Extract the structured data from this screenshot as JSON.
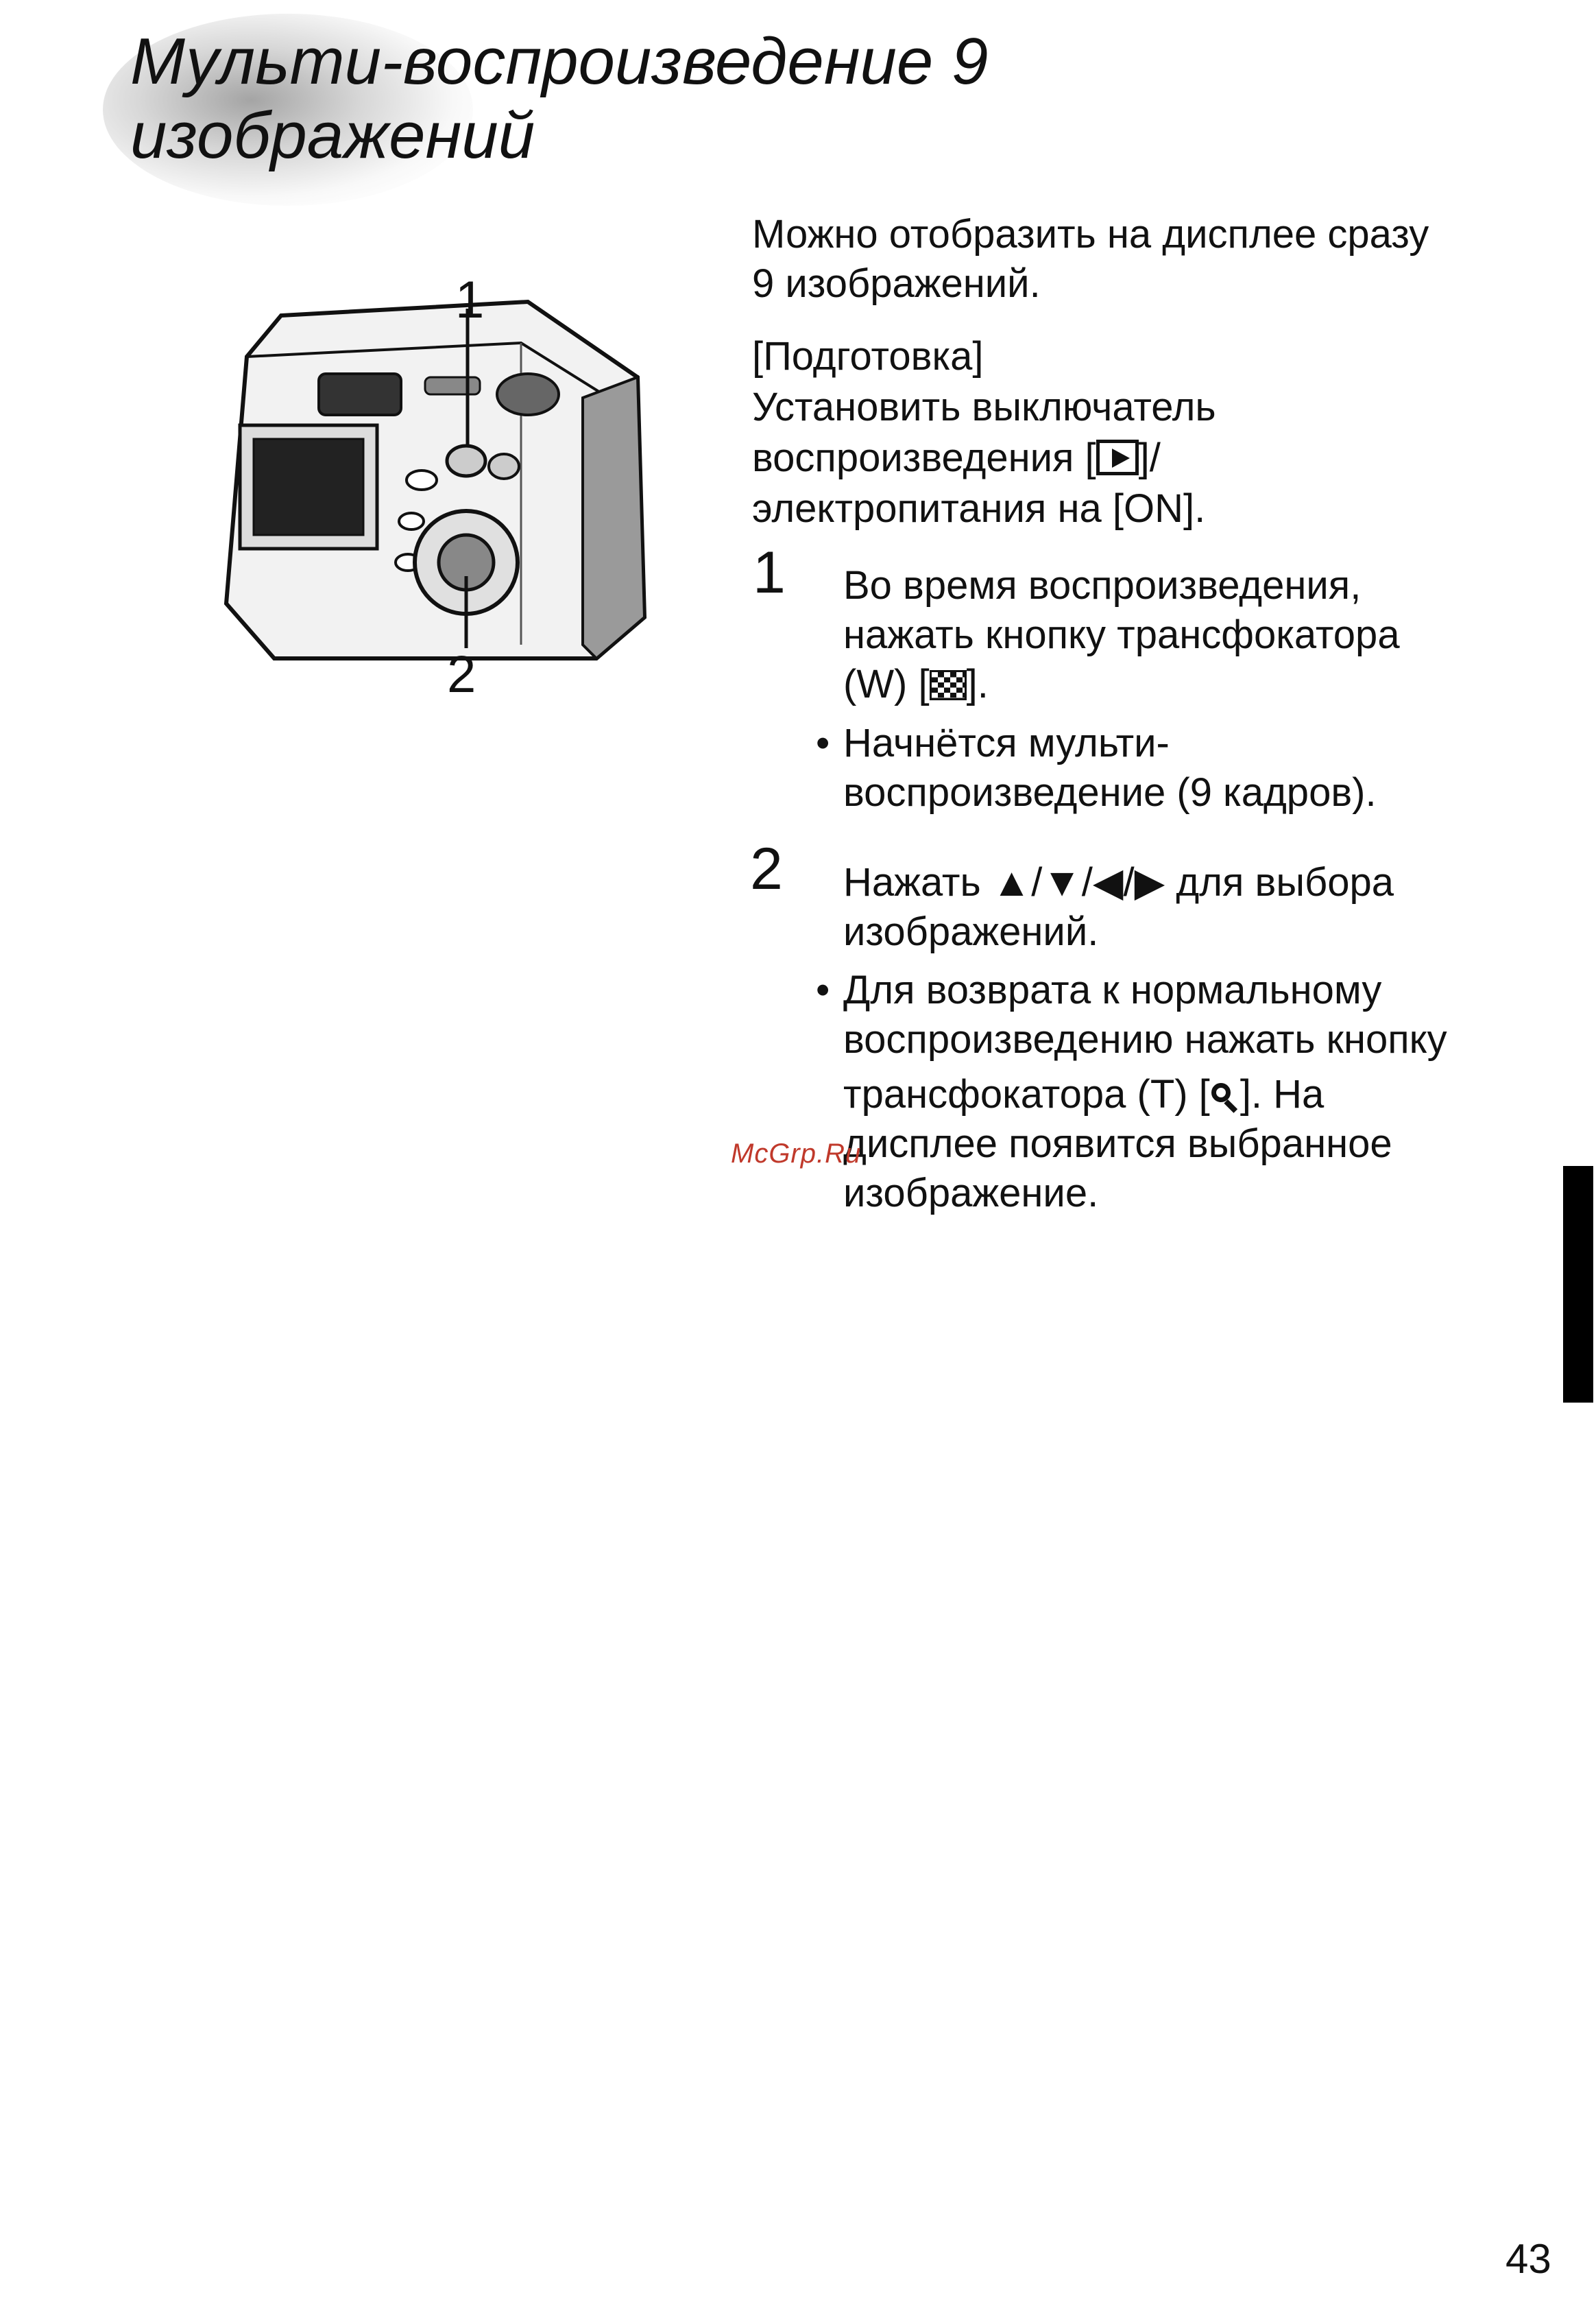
{
  "title": {
    "line1": "Мульти-воспроизведение 9",
    "line2": "изображений"
  },
  "figure": {
    "callout_1": "1",
    "callout_2": "2"
  },
  "intro": {
    "line1": "Можно отобразить на дисплее сразу",
    "line2": "9 изображений."
  },
  "preparation": {
    "heading": "[Подготовка]",
    "line1": "Установить выключатель",
    "line2_before": "воспроизведения [",
    "line2_icon": "play-icon",
    "line2_after": "]/",
    "line3": "электропитания на [ON]."
  },
  "steps": [
    {
      "number": "1",
      "line1": "Во время воспроизведения,",
      "line2": "нажать кнопку трансфокатора",
      "line3_before": "(W) [",
      "line3_icon": "multi-display-icon",
      "line3_after": "].",
      "bullet": "•",
      "bullet_line1": "Начнётся мульти-",
      "bullet_line2": "воспроизведение (9 кадров)."
    },
    {
      "number": "2",
      "line1_before": "Нажать ",
      "line1_arrows": "▲/▼/◀/▶",
      "line1_after": " для выбора",
      "line2": "изображений.",
      "bullet": "•",
      "bullet_line1": "Для возврата к нормальному",
      "bullet_line2": "воспроизведению нажать кнопку",
      "bullet_line3_before": "трансфокатора (T) [",
      "bullet_line3_icon": "zoom-icon",
      "bullet_line3_after": "]. На",
      "bullet_line4": "дисплее появится выбранное",
      "bullet_line5": "изображение."
    }
  ],
  "watermark": "McGrp.Ru",
  "page_number": "43"
}
